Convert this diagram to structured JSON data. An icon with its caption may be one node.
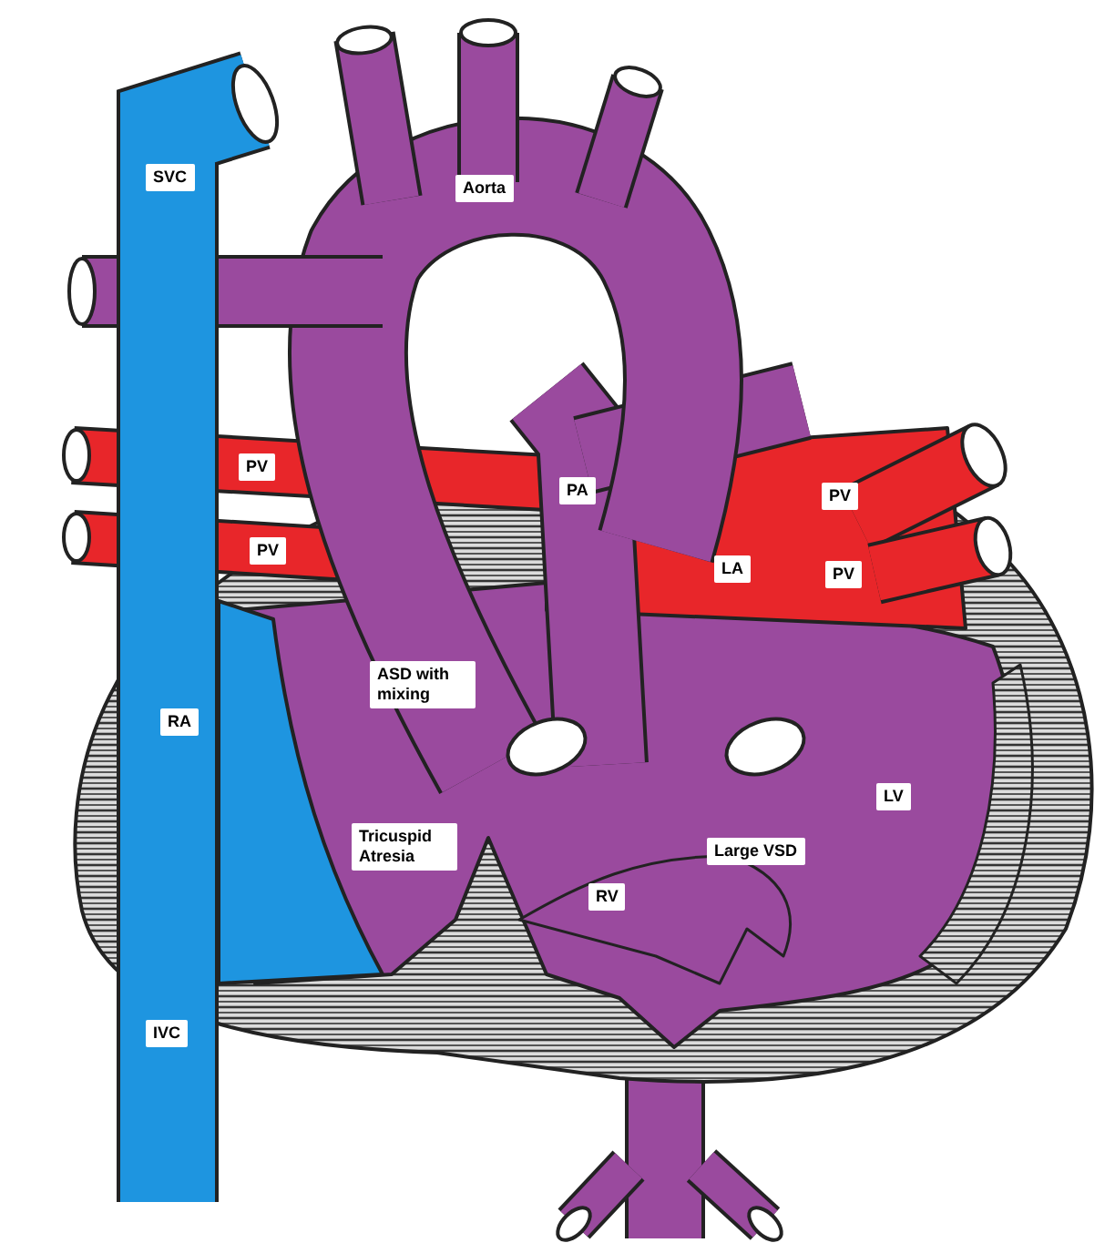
{
  "diagram": {
    "labels": [
      "SVC",
      "Aorta",
      "PV",
      "PA",
      "PV",
      "PV",
      "LA",
      "PV",
      "ASD with mixing",
      "RA",
      "LV",
      "Tricuspid Atresia",
      "Large VSD",
      "RV",
      "IVC"
    ]
  }
}
